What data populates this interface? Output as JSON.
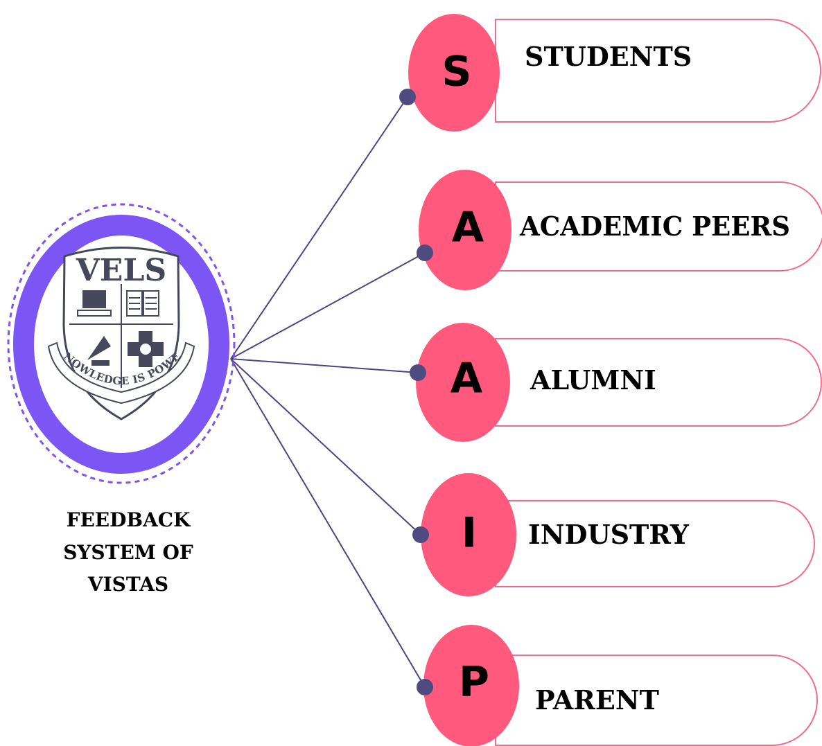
{
  "colors": {
    "accent_pink": "#ff5a7d",
    "pill_border": "#f06b8c",
    "connector": "#4b4585",
    "dot": "#4f4a80",
    "ring": "#7c55f5",
    "dashed_ring": "#7e55e8"
  },
  "center": {
    "logo": {
      "top_text": "VELS",
      "motto": "KNOWLEDGE IS POWER",
      "quadrant_icons": [
        "computer-icon",
        "book-icon",
        "satellite-dish-icon",
        "medical-cross-icon"
      ]
    },
    "caption_lines": [
      "FEEDBACK",
      "SYSTEM OF",
      "VISTAS"
    ]
  },
  "stakeholders": [
    {
      "letter": "S",
      "label": "STUDENTS"
    },
    {
      "letter": "A",
      "label": "ACADEMIC PEERS"
    },
    {
      "letter": "A",
      "label": "ALUMNI"
    },
    {
      "letter": "I",
      "label": "INDUSTRY"
    },
    {
      "letter": "P",
      "label": "PARENT"
    }
  ]
}
